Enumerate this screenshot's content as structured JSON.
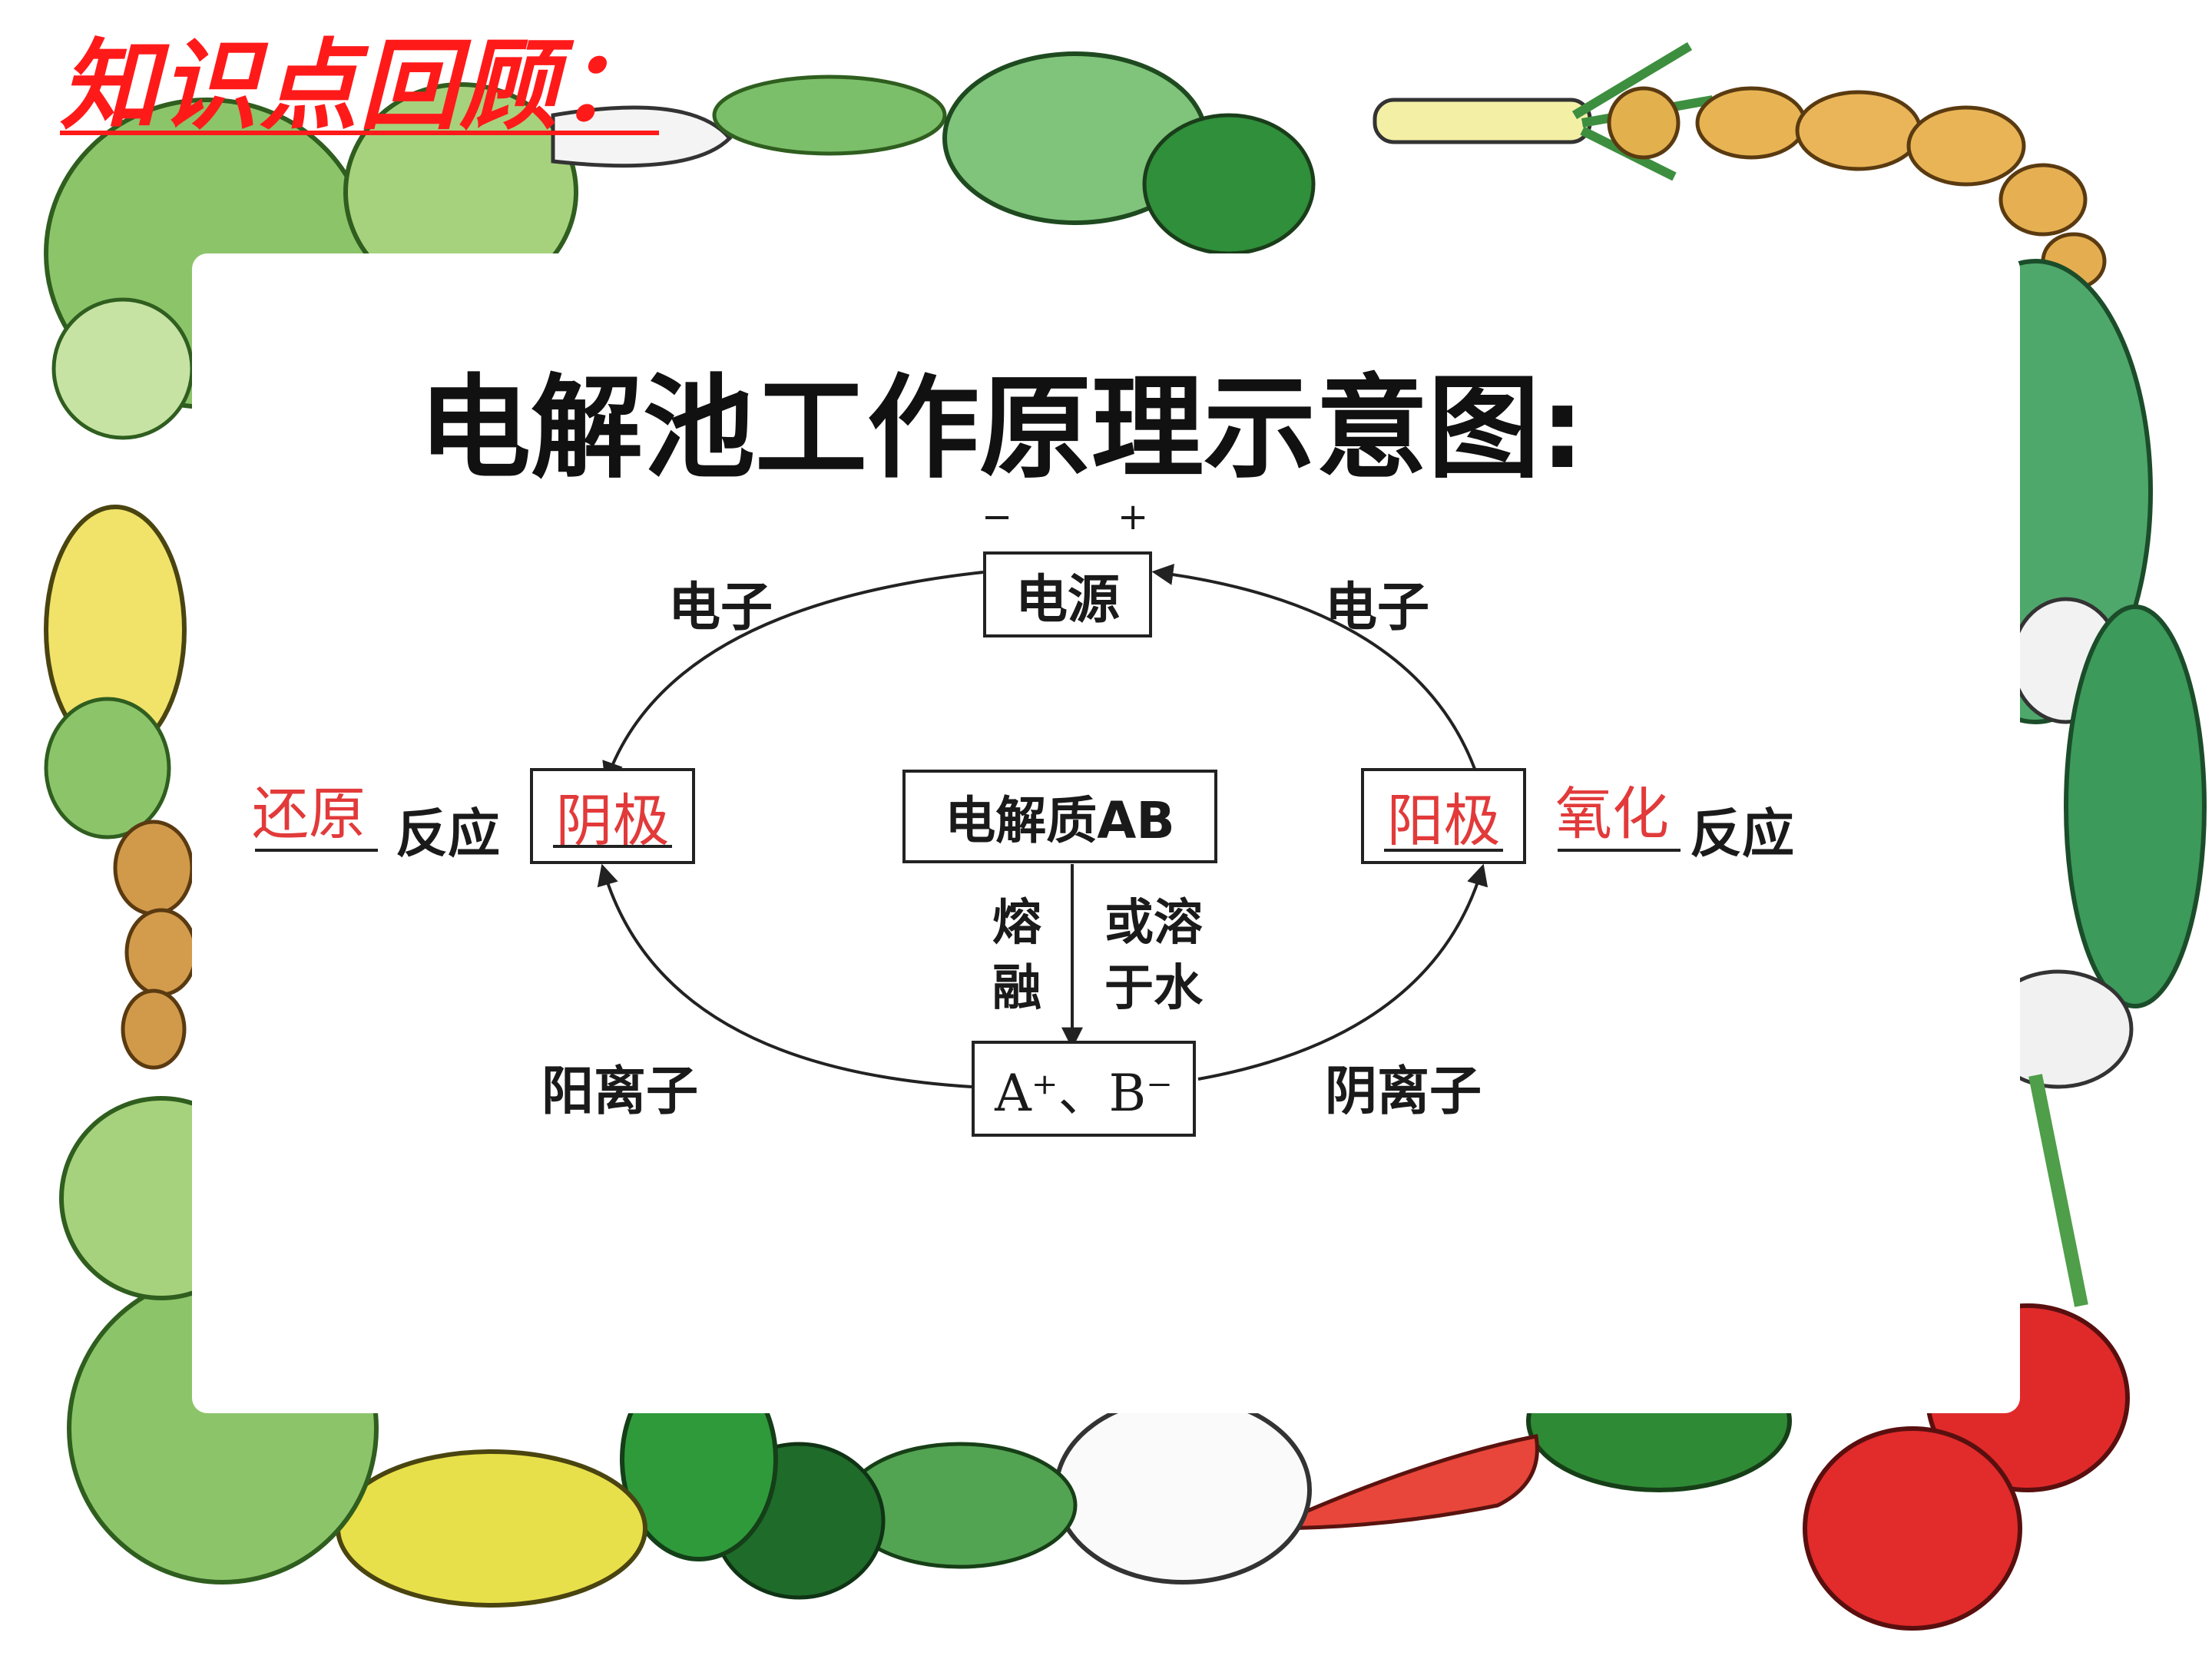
{
  "heading": "知识点回顾：",
  "title": "电解池工作原理示意图:",
  "diagram": {
    "power_supply": "电源",
    "minus_sign": "−",
    "plus_sign": "+",
    "electron_left": "电子",
    "electron_right": "电子",
    "cathode": "阴极",
    "anode": "阳极",
    "cathode_reaction_answer": "还原",
    "anode_reaction_answer": "氧化",
    "reaction_left": "反应",
    "reaction_right": "反应",
    "electrolyte": "电解质AB",
    "melt": "熔\n融",
    "melt_line1": "熔",
    "melt_line2": "融",
    "dissolve_line1": "或溶",
    "dissolve_line2": "于水",
    "ions": "A⁺、B⁻",
    "cation_label": "阳离子",
    "anion_label": "阴离子"
  },
  "colors": {
    "heading": "#ff1a1a",
    "answers": "#e23a3a",
    "line": "#222222"
  }
}
